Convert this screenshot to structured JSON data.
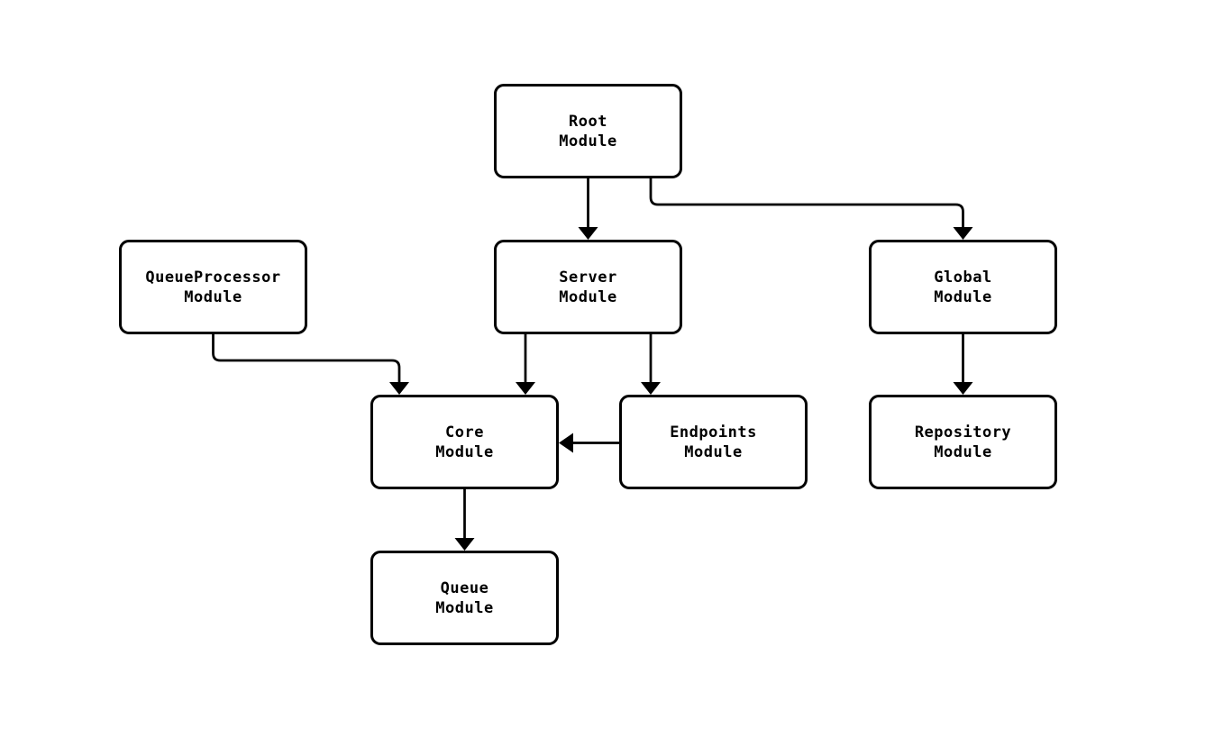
{
  "diagram": {
    "type": "flowchart",
    "background_color": "#ffffff",
    "node_border_color": "#000000",
    "node_fill_color": "#ffffff",
    "edge_color": "#000000",
    "text_color": "#000000",
    "nodes": [
      {
        "id": "root",
        "label": "Root\nModule"
      },
      {
        "id": "queueprocessor",
        "label": "QueueProcessor\nModule"
      },
      {
        "id": "server",
        "label": "Server\nModule"
      },
      {
        "id": "global",
        "label": "Global\nModule"
      },
      {
        "id": "core",
        "label": "Core\nModule"
      },
      {
        "id": "endpoints",
        "label": "Endpoints\nModule"
      },
      {
        "id": "repository",
        "label": "Repository\nModule"
      },
      {
        "id": "queue",
        "label": "Queue\nModule"
      }
    ],
    "edges": [
      {
        "from": "Root Module",
        "to": "Server Module"
      },
      {
        "from": "Root Module",
        "to": "Global Module"
      },
      {
        "from": "QueueProcessor Module",
        "to": "Core Module"
      },
      {
        "from": "Server Module",
        "to": "Core Module"
      },
      {
        "from": "Server Module",
        "to": "Endpoints Module"
      },
      {
        "from": "Endpoints Module",
        "to": "Core Module"
      },
      {
        "from": "Global Module",
        "to": "Repository Module"
      },
      {
        "from": "Core Module",
        "to": "Queue Module"
      }
    ]
  }
}
